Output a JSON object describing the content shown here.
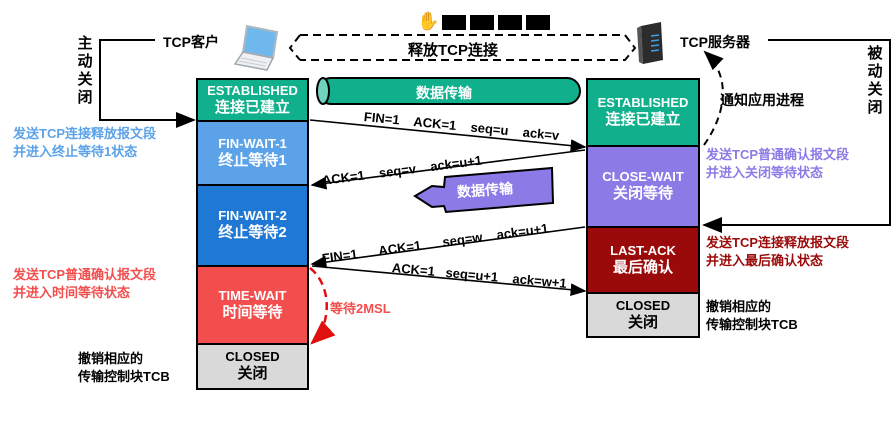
{
  "client": {
    "label": "TCP客户",
    "side_label": "主动关闭",
    "icon": "laptop-icon",
    "states": [
      {
        "en": "ESTABLISHED",
        "zh": "连接已建立",
        "color": "#10b08c"
      },
      {
        "en": "FIN-WAIT-1",
        "zh": "终止等待1",
        "color": "#5ba2e8"
      },
      {
        "en": "FIN-WAIT-2",
        "zh": "终止等待2",
        "color": "#1f78d4"
      },
      {
        "en": "TIME-WAIT",
        "zh": "时间等待",
        "color": "#f24e4e"
      },
      {
        "en": "CLOSED",
        "zh": "关闭",
        "color": "#d9d9d9"
      }
    ],
    "notes": {
      "fin_wait1": [
        "发送TCP连接释放报文段",
        "并进入终止等待1状态"
      ],
      "time_wait": [
        "发送TCP普通确认报文段",
        "并进入时间等待状态"
      ],
      "closed": [
        "撤销相应的",
        "传输控制块TCB"
      ]
    },
    "wait_label": "等待2MSL"
  },
  "server": {
    "label": "TCP服务器",
    "side_label": "被动关闭",
    "icon": "server-icon",
    "notify_label": "通知应用进程",
    "states": [
      {
        "en": "ESTABLISHED",
        "zh": "连接已建立",
        "color": "#10b08c"
      },
      {
        "en": "CLOSE-WAIT",
        "zh": "关闭等待",
        "color": "#8c7ae6"
      },
      {
        "en": "LAST-ACK",
        "zh": "最后确认",
        "color": "#9b0a0a"
      },
      {
        "en": "CLOSED",
        "zh": "关闭",
        "color": "#d9d9d9"
      }
    ],
    "notes": {
      "close_wait": [
        "发送TCP普通确认报文段",
        "并进入关闭等待状态"
      ],
      "last_ack": [
        "发送TCP连接释放报文段",
        "并进入最后确认状态"
      ],
      "closed": [
        "撤销相应的",
        "传输控制块TCB"
      ]
    }
  },
  "top": {
    "release_label": "释放TCP连接",
    "hand_icon": "hand-wave-icon",
    "redacted_blocks": 4
  },
  "data_pipe_label": "数据传输",
  "data_arrow_label": "数据传输",
  "segments": [
    {
      "parts": [
        "FIN=1",
        "ACK=1",
        "seq=u",
        "ack=v"
      ],
      "direction": "client-to-server"
    },
    {
      "parts": [
        "ACK=1",
        "seq=v",
        "ack=u+1"
      ],
      "direction": "server-to-client"
    },
    {
      "parts": [
        "FIN=1",
        "ACK=1",
        "seq=w",
        "ack=u+1"
      ],
      "direction": "server-to-client"
    },
    {
      "parts": [
        "ACK=1",
        "seq=u+1",
        "ack=w+1"
      ],
      "direction": "client-to-server"
    }
  ],
  "colors": {
    "client_note": "#5ba2e8",
    "close_wait_note": "#8c7ae6",
    "last_ack_note": "#9b0a0a",
    "time_wait_note": "#f24e4e",
    "pipe": "#10b08c",
    "data_arrow": "#8c7ae6"
  }
}
